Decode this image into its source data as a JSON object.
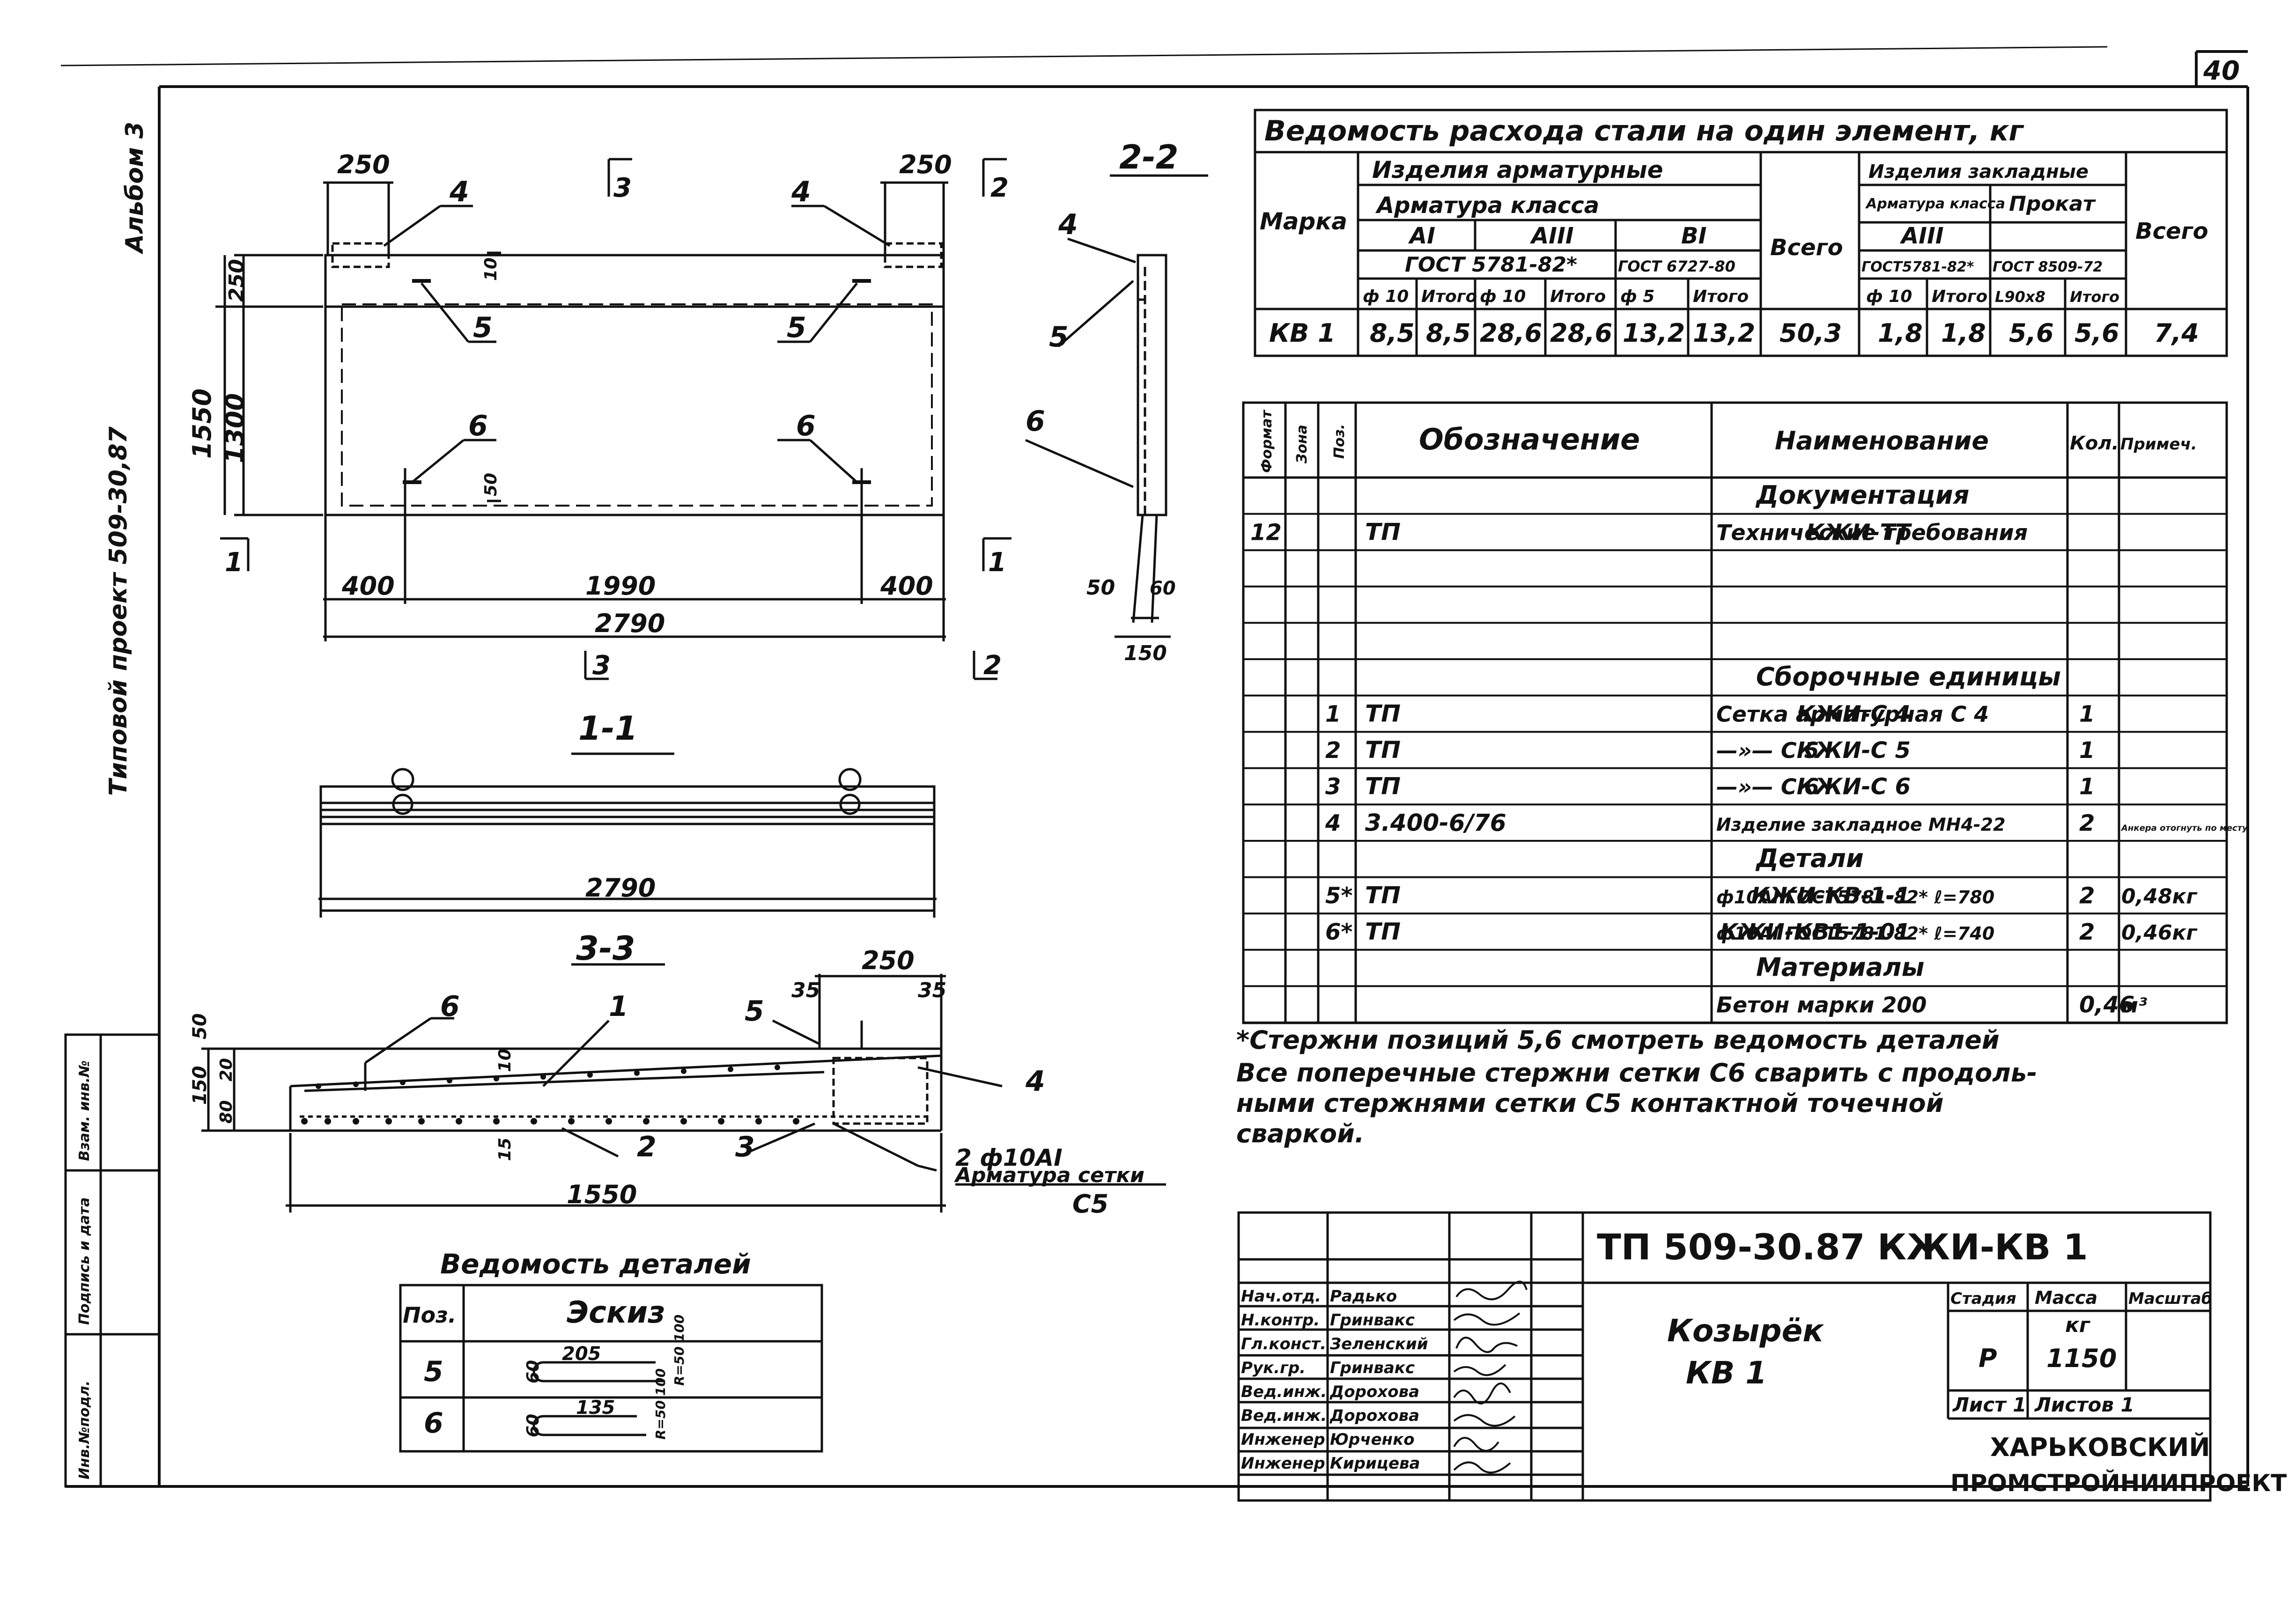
{
  "sheet": {
    "number": "40",
    "album": "Альбом 3",
    "project": "Типовой проект 509-30,87"
  },
  "side_stamp": [
    "Инв.№подл.",
    "Подпись и дата",
    "Взам. инв.№"
  ],
  "drawings": {
    "plan": {
      "dims_top": [
        "250",
        "250"
      ],
      "dims_left": [
        "1550",
        "250",
        "1300"
      ],
      "dim_small": [
        "10",
        "50"
      ],
      "dims_bottom": [
        "400",
        "1990",
        "400",
        "2790"
      ],
      "positions": [
        "4",
        "4",
        "5",
        "5",
        "6",
        "6"
      ],
      "section_marks": [
        "3",
        "2",
        "1",
        "1",
        "3",
        "2"
      ]
    },
    "section_22": {
      "title": "2-2",
      "positions": [
        "4",
        "5",
        "6"
      ],
      "dims": [
        "50",
        "60",
        "150"
      ]
    },
    "section_11": {
      "title": "1-1",
      "dim": "2790"
    },
    "section_33": {
      "title": "3-3",
      "positions": [
        "6",
        "1",
        "5",
        "4",
        "2",
        "3"
      ],
      "dims": [
        "250",
        "35",
        "35",
        "50",
        "150",
        "20",
        "80",
        "10",
        "15",
        "1550"
      ],
      "note_bar": "2 ф10АI",
      "note_mesh": "Арматура сетки",
      "note_mesh_id": "С5"
    }
  },
  "details_table": {
    "title": "Ведомость деталей",
    "headers": [
      "Поз.",
      "Эскиз"
    ],
    "rows": [
      {
        "pos": "5",
        "a": "60",
        "b": "205",
        "c": "R=50 100"
      },
      {
        "pos": "6",
        "a": "60",
        "b": "135",
        "c": "R=50 100"
      }
    ]
  },
  "steel_table": {
    "title": "Ведомость расхода стали на один элемент, кг",
    "h_mark": "Марка",
    "h_arm": "Изделия арматурные",
    "h_arm_class": "Арматура класса",
    "h_classes": [
      "АI",
      "АIII",
      "ВI"
    ],
    "h_gost1": "ГОСТ 5781-82*",
    "h_gost2": "ГОСТ 6727-80",
    "h_total": "Всего",
    "h_embed": "Изделия закладные",
    "h_embed_arm": "Арматура класса",
    "h_embed_class": "АIII",
    "h_prokat": "Прокат",
    "h_gost3": "ГОСТ5781-82*",
    "h_gost4": "ГОСТ 8509-72",
    "h_sub": [
      "ф 10",
      "Итого",
      "ф 10",
      "Итого",
      "ф 5",
      "Итого",
      "ф 10",
      "Итого",
      "L90х8",
      "Итого"
    ],
    "row": [
      "КВ 1",
      "8,5",
      "8,5",
      "28,6",
      "28,6",
      "13,2",
      "13,2",
      "50,3",
      "1,8",
      "1,8",
      "5,6",
      "5,6",
      "7,4"
    ]
  },
  "spec_table": {
    "headers": [
      "Формат",
      "Зона",
      "Поз.",
      "Обозначение",
      "Наименование",
      "Кол.",
      "Примеч."
    ],
    "rows": [
      {
        "f": "",
        "z": "",
        "p": "",
        "d1": "",
        "d2": "",
        "name": "Документация",
        "q": "",
        "n": "",
        "section": true
      },
      {
        "f": "12",
        "z": "",
        "p": "",
        "d1": "ТП",
        "d2": "КЖИ-ТТ",
        "name": "Технические требования",
        "q": "",
        "n": ""
      },
      {
        "f": "",
        "z": "",
        "p": "",
        "d1": "",
        "d2": "",
        "name": "",
        "q": "",
        "n": ""
      },
      {
        "f": "",
        "z": "",
        "p": "",
        "d1": "",
        "d2": "",
        "name": "",
        "q": "",
        "n": ""
      },
      {
        "f": "",
        "z": "",
        "p": "",
        "d1": "",
        "d2": "",
        "name": "",
        "q": "",
        "n": ""
      },
      {
        "f": "",
        "z": "",
        "p": "",
        "d1": "",
        "d2": "",
        "name": "Сборочные единицы",
        "q": "",
        "n": "",
        "section": true
      },
      {
        "f": "",
        "z": "",
        "p": "1",
        "d1": "ТП",
        "d2": "КЖИ-С 4",
        "name": "Сетка арматурная С 4",
        "q": "1",
        "n": ""
      },
      {
        "f": "",
        "z": "",
        "p": "2",
        "d1": "ТП",
        "d2": "КЖИ-С 5",
        "name": "—»— С 5",
        "q": "1",
        "n": ""
      },
      {
        "f": "",
        "z": "",
        "p": "3",
        "d1": "ТП",
        "d2": "КЖИ-С 6",
        "name": "—»— С 6",
        "q": "1",
        "n": ""
      },
      {
        "f": "",
        "z": "",
        "p": "4",
        "d1": "3.400-6/76",
        "d2": "",
        "name": "Изделие закладное МН4-22",
        "q": "2",
        "n": "Анкера отогнуть по месту"
      },
      {
        "f": "",
        "z": "",
        "p": "",
        "d1": "",
        "d2": "",
        "name": "Детали",
        "q": "",
        "n": "",
        "section": true
      },
      {
        "f": "",
        "z": "",
        "p": "5*",
        "d1": "ТП",
        "d2": "КЖИ-КВ-1-1",
        "name": "ф10АI ГОСТ5781-82* ℓ=780",
        "q": "2",
        "n": "0,48кг"
      },
      {
        "f": "",
        "z": "",
        "p": "6*",
        "d1": "ТП",
        "d2": "КЖИ-КВ1-1-01",
        "name": "ф10АI ГОСТ5781-82* ℓ=740",
        "q": "2",
        "n": "0,46кг"
      },
      {
        "f": "",
        "z": "",
        "p": "",
        "d1": "",
        "d2": "",
        "name": "Материалы",
        "q": "",
        "n": "",
        "section": true
      },
      {
        "f": "",
        "z": "",
        "p": "",
        "d1": "",
        "d2": "",
        "name": "Бетон марки 200",
        "q": "0,46",
        "n": "м³"
      }
    ]
  },
  "notes": [
    "*Стержни позиций 5,6 смотреть ведомость деталей",
    "Все поперечные стержни сетки С6 сварить с продоль-",
    "ными стержнями сетки С5 контактной точечной",
    "сваркой."
  ],
  "title_block": {
    "code": "ТП 509-30.87 КЖИ-КВ 1",
    "name1": "Козырёк",
    "name2": "КВ 1",
    "stage_h": "Стадия",
    "mass_h": "Масса",
    "scale_h": "Масштаб",
    "mass_unit": "кг",
    "stage": "Р",
    "mass": "1150",
    "sheet": "Лист 1",
    "sheets": "Листов 1",
    "org1": "ХАРЬКОВСКИЙ",
    "org2": "ПРОМСТРОЙНИИПРОЕКТ",
    "staff": [
      [
        "Нач.отд.",
        "Радько"
      ],
      [
        "Н.контр.",
        "Гринвакс"
      ],
      [
        "Гл.конст.",
        "Зеленский"
      ],
      [
        "Рук.гр.",
        "Гринвакс"
      ],
      [
        "Вед.инж.",
        "Дорохова"
      ],
      [
        "Вед.инж.",
        "Дорохова"
      ],
      [
        "Инженер",
        "Юрченко"
      ],
      [
        "Инженер",
        "Кирицева"
      ]
    ]
  }
}
